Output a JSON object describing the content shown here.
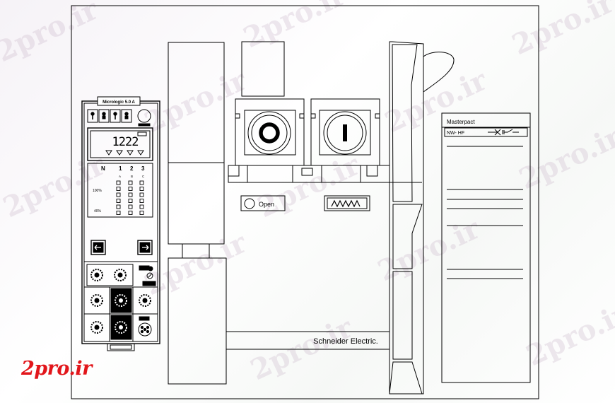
{
  "watermark": {
    "text": "2pro.ir"
  },
  "logo": {
    "text": "2pro.ir",
    "color": "#e2161b"
  },
  "trip_unit": {
    "title": "Micrologic 5.0 A",
    "display_value": "1222",
    "phase_labels": [
      "N",
      "1",
      "2",
      "3"
    ],
    "sub_labels": [
      "A",
      "B",
      "C"
    ],
    "level_high": "100%",
    "level_low": "40%"
  },
  "control_panel": {
    "open_indicator_label": "Open",
    "brand_label": "Schneider Electric."
  },
  "nameplate": {
    "brand": "Masterpact",
    "model": "NW- HF"
  }
}
